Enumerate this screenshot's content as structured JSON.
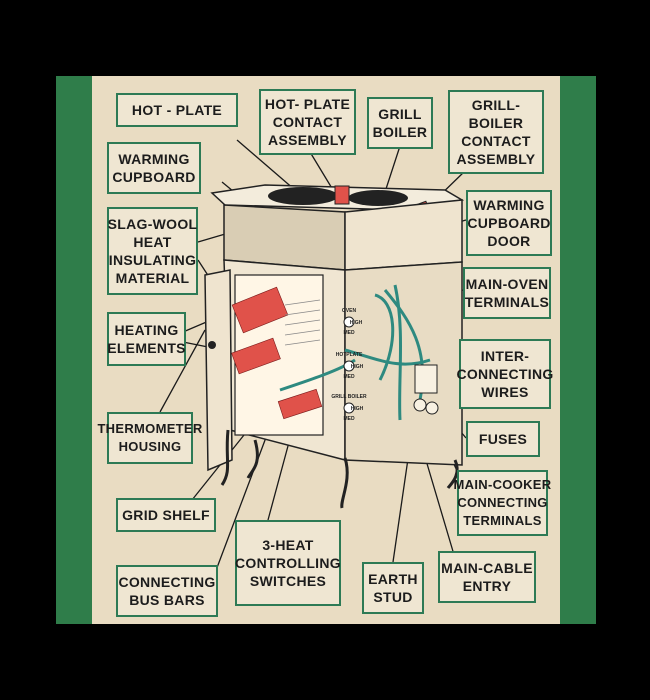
{
  "labels": {
    "hot_plate": [
      "HOT - PLATE"
    ],
    "hot_plate_contact": [
      "HOT- PLATE",
      "CONTACT",
      "ASSEMBLY"
    ],
    "grill_boiler": [
      "GRILL",
      "BOILER"
    ],
    "grill_boiler_contact": [
      "GRILL-",
      "BOILER",
      "CONTACT",
      "ASSEMBLY"
    ],
    "warming_cupboard": [
      "WARMING",
      "CUPBOARD"
    ],
    "warming_cupboard_door": [
      "WARMING",
      "CUPBOARD",
      "DOOR"
    ],
    "slag_wool": [
      "SLAG-WOOL",
      "HEAT",
      "INSULATING",
      "MATERIAL"
    ],
    "main_oven_terminals": [
      "MAIN-OVEN",
      "TERMINALS"
    ],
    "heating_elements": [
      "HEATING",
      "ELEMENTS"
    ],
    "interconnecting_wires": [
      "INTER-",
      "CONNECTING",
      "WIRES"
    ],
    "thermometer_housing": [
      "THERMOMETER",
      "HOUSING"
    ],
    "fuses": [
      "FUSES"
    ],
    "grid_shelf": [
      "GRID SHELF"
    ],
    "main_cooker_terminals": [
      "MAIN-COOKER",
      "CONNECTING",
      "TERMINALS"
    ],
    "three_heat_switches": [
      "3-HEAT",
      "CONTROLLING",
      "SWITCHES"
    ],
    "connecting_bus_bars": [
      "CONNECTING",
      "BUS BARS"
    ],
    "earth_stud": [
      "EARTH",
      "STUD"
    ],
    "main_cable_entry": [
      "MAIN-CABLE",
      "ENTRY"
    ]
  },
  "switch_labels": {
    "oven": [
      "OVEN",
      "HIGH",
      "MED"
    ],
    "hotplate": [
      "HOTPLATE",
      "HIGH",
      "MED"
    ],
    "grill": [
      "GRILL BOILER",
      "HIGH",
      "MED"
    ]
  },
  "colors": {
    "board_green": "#2f7d4a",
    "panel_cream": "#e9dcc2",
    "label_border": "#2d7a55",
    "element_red": "#e0524a",
    "wire_teal": "#2e8a80"
  }
}
